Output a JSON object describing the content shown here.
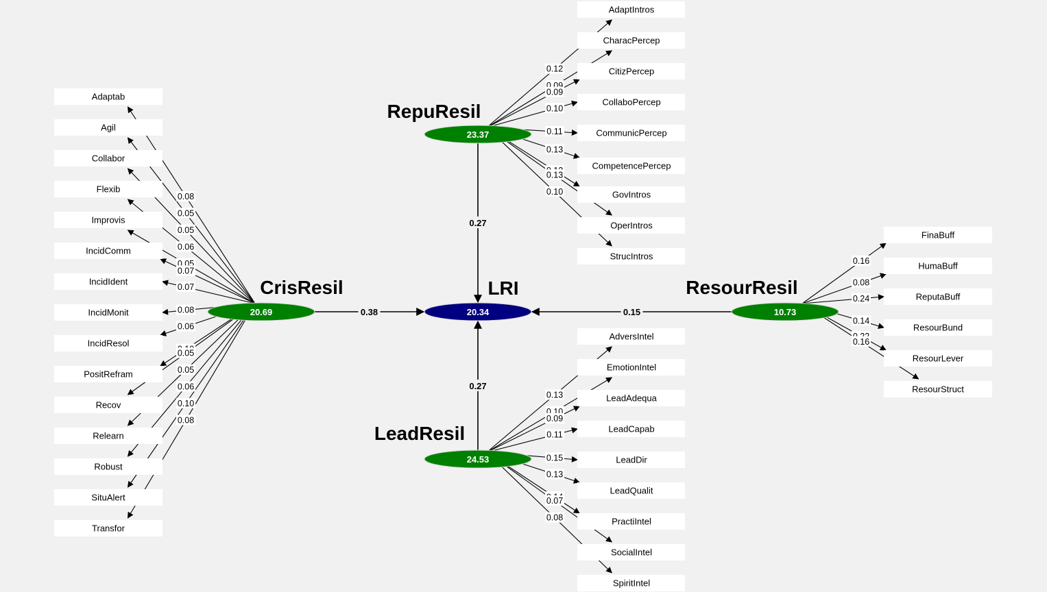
{
  "colors": {
    "background": "#f1f1f1",
    "exogenous_fill": "#008000",
    "endogenous_fill": "#000080"
  },
  "constructs": {
    "LRI": {
      "name": "LRI",
      "value": "20.34"
    },
    "RepuResil": {
      "name": "RepuResil",
      "value": "23.37"
    },
    "CrisResil": {
      "name": "CrisResil",
      "value": "20.69"
    },
    "ResourResil": {
      "name": "ResourResil",
      "value": "10.73"
    },
    "LeadResil": {
      "name": "LeadResil",
      "value": "24.53"
    }
  },
  "paths": [
    {
      "from": "RepuResil",
      "to": "LRI",
      "coef": "0.27"
    },
    {
      "from": "CrisResil",
      "to": "LRI",
      "coef": "0.38"
    },
    {
      "from": "ResourResil",
      "to": "LRI",
      "coef": "0.15"
    },
    {
      "from": "LeadResil",
      "to": "LRI",
      "coef": "0.27"
    }
  ],
  "indicator_groups": [
    {
      "construct": "RepuResil",
      "indicators": [
        {
          "name": "AdaptIntros",
          "weight": "0.12"
        },
        {
          "name": "CharacPercep",
          "weight": "0.09"
        },
        {
          "name": "CitizPercep",
          "weight": "0.09"
        },
        {
          "name": "CollaboPercep",
          "weight": "0.10"
        },
        {
          "name": "CommunicPercep",
          "weight": "0.11"
        },
        {
          "name": "CompetencePercep",
          "weight": "0.13"
        },
        {
          "name": "GovIntros",
          "weight": "0.12"
        },
        {
          "name": "OperIntros",
          "weight": "0.13"
        },
        {
          "name": "StrucIntros",
          "weight": "0.10"
        }
      ]
    },
    {
      "construct": "CrisResil",
      "indicators": [
        {
          "name": "Adaptab",
          "weight": "0.08"
        },
        {
          "name": "Agil",
          "weight": "0.05"
        },
        {
          "name": "Collabor",
          "weight": "0.05"
        },
        {
          "name": "Flexib",
          "weight": "0.06"
        },
        {
          "name": "Improvis",
          "weight": "0.05"
        },
        {
          "name": "IncidComm",
          "weight": "0.07"
        },
        {
          "name": "IncidIdent",
          "weight": "0.07"
        },
        {
          "name": "IncidMonit",
          "weight": "0.08"
        },
        {
          "name": "IncidResol",
          "weight": "0.06"
        },
        {
          "name": "PositRefram",
          "weight": "0.10"
        },
        {
          "name": "Recov",
          "weight": "0.05"
        },
        {
          "name": "Relearn",
          "weight": "0.05"
        },
        {
          "name": "Robust",
          "weight": "0.06"
        },
        {
          "name": "SituAlert",
          "weight": "0.10"
        },
        {
          "name": "Transfor",
          "weight": "0.08"
        }
      ]
    },
    {
      "construct": "ResourResil",
      "indicators": [
        {
          "name": "FinaBuff",
          "weight": "0.16"
        },
        {
          "name": "HumaBuff",
          "weight": "0.08"
        },
        {
          "name": "ReputaBuff",
          "weight": "0.24"
        },
        {
          "name": "ResourBund",
          "weight": "0.14"
        },
        {
          "name": "ResourLever",
          "weight": "0.22"
        },
        {
          "name": "ResourStruct",
          "weight": "0.16"
        }
      ]
    },
    {
      "construct": "LeadResil",
      "indicators": [
        {
          "name": "AdversIntel",
          "weight": "0.13"
        },
        {
          "name": "EmotionIntel",
          "weight": "0.10"
        },
        {
          "name": "LeadAdequa",
          "weight": "0.09"
        },
        {
          "name": "LeadCapab",
          "weight": "0.11"
        },
        {
          "name": "LeadDir",
          "weight": "0.15"
        },
        {
          "name": "LeadQualit",
          "weight": "0.13"
        },
        {
          "name": "PractiIntel",
          "weight": "0.14"
        },
        {
          "name": "SocialIntel",
          "weight": "0.07"
        },
        {
          "name": "SpiritIntel",
          "weight": "0.08"
        }
      ]
    }
  ]
}
